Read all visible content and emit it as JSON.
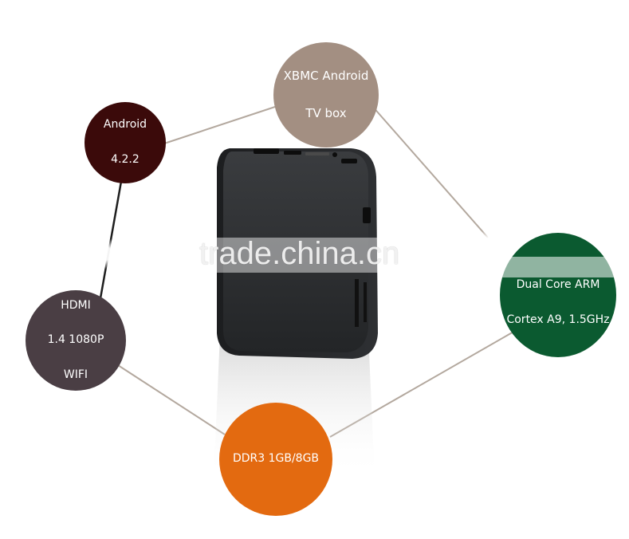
{
  "features": {
    "xbmc": {
      "lines": [
        "XBMC Android",
        "TV box"
      ]
    },
    "android": {
      "lines": [
        "Android",
        "4.2.2"
      ]
    },
    "hdmi": {
      "lines": [
        "HDMI",
        "1.4 1080P",
        "WIFI"
      ]
    },
    "ddr": {
      "lines": [
        "DDR3 1GB/8GB"
      ]
    },
    "cpu": {
      "lines": [
        "Dual Core ARM",
        "Cortex A9, 1.5GHz"
      ]
    }
  },
  "watermark": "trade.china.cn",
  "colors": {
    "xbmc": "#a38f82",
    "android": "#3b0a0a",
    "hdmi": "#4a3e44",
    "ddr": "#e36a10",
    "cpu": "#0b5a30",
    "connector_dark": "#1e1e1e",
    "connector_light": "#b3a89e",
    "device_body": "#2a2c2e"
  },
  "device_icon": "tv-box-device"
}
